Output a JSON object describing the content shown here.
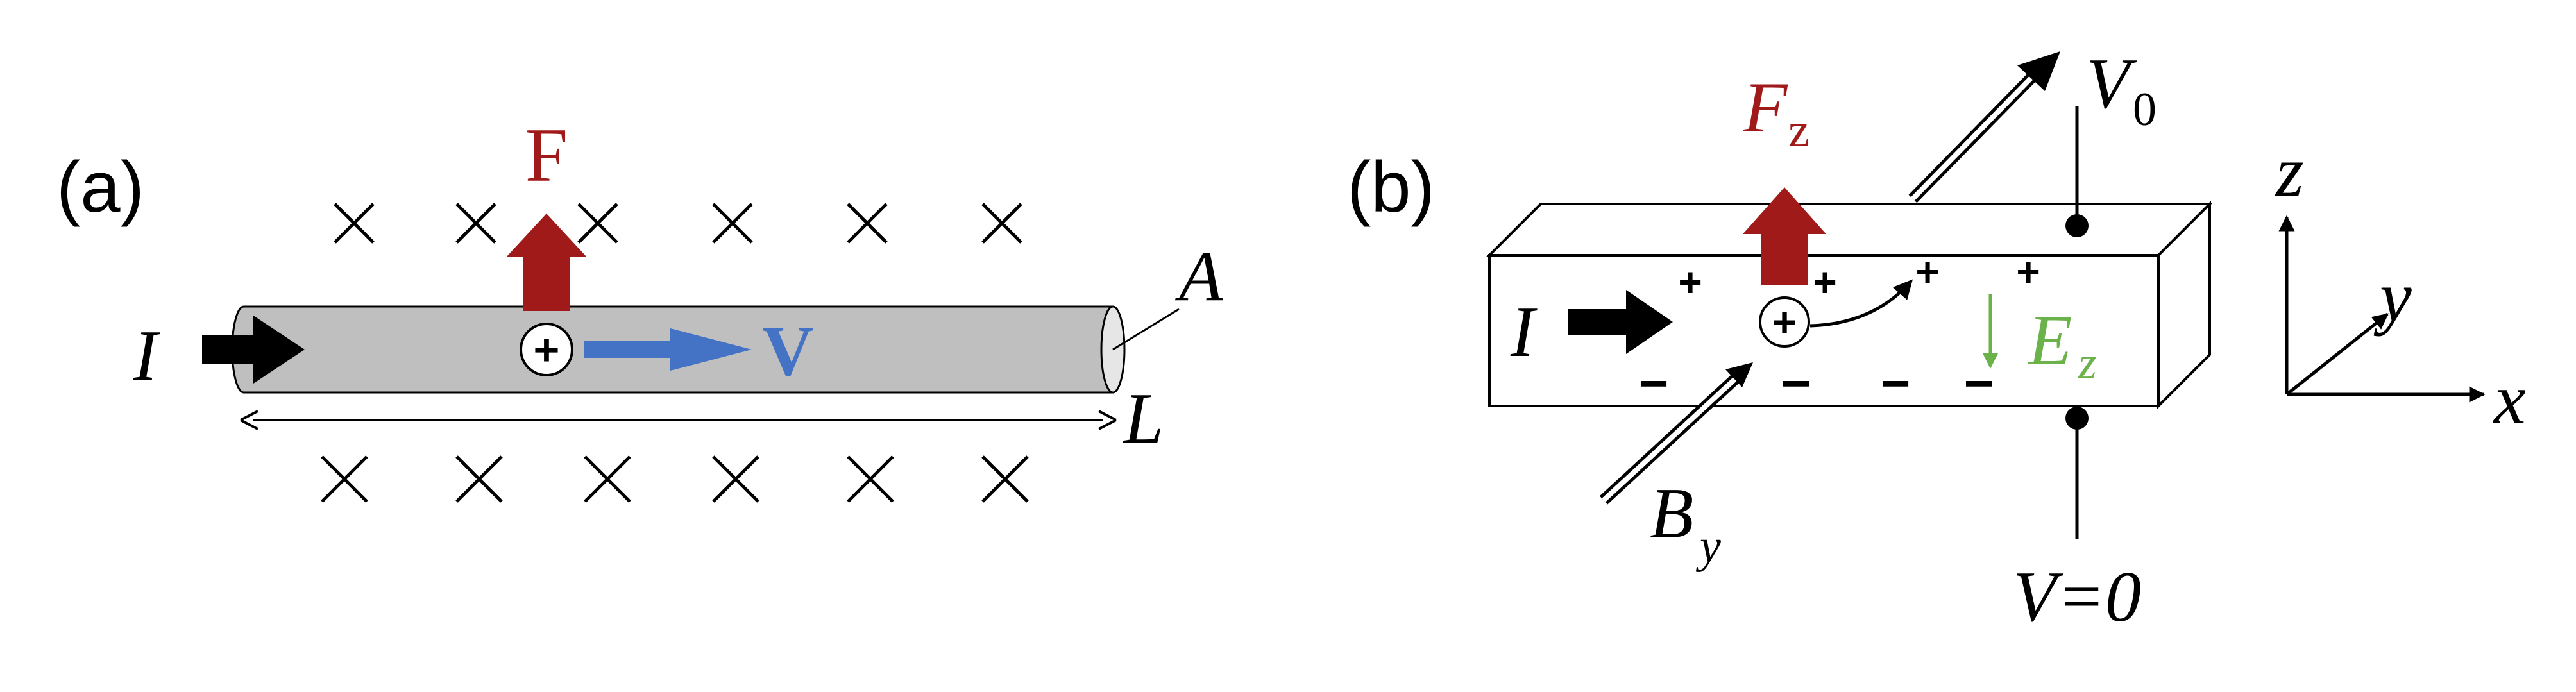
{
  "panel_a": {
    "label": "(a)",
    "force": "F",
    "velocity": "V",
    "current": "I",
    "area": "A",
    "length": "L",
    "charge": "+"
  },
  "panel_b": {
    "label": "(b)",
    "force": "F",
    "force_sub": "z",
    "current": "I",
    "charge": "+",
    "plus_sign": "+",
    "minus_sign": "−",
    "field": "E",
    "field_sub": "z",
    "bfield": "B",
    "bfield_sub": "y",
    "v_top": "V",
    "v_top_sub": "0",
    "v_bottom": "V=0",
    "axis_x": "x",
    "axis_y": "y",
    "axis_z": "z"
  },
  "colors": {
    "force": "#A11A1A",
    "velocity": "#4472C4",
    "efield": "#6BB24B",
    "wire_fill": "#BFBFBF",
    "ink": "#000000"
  }
}
